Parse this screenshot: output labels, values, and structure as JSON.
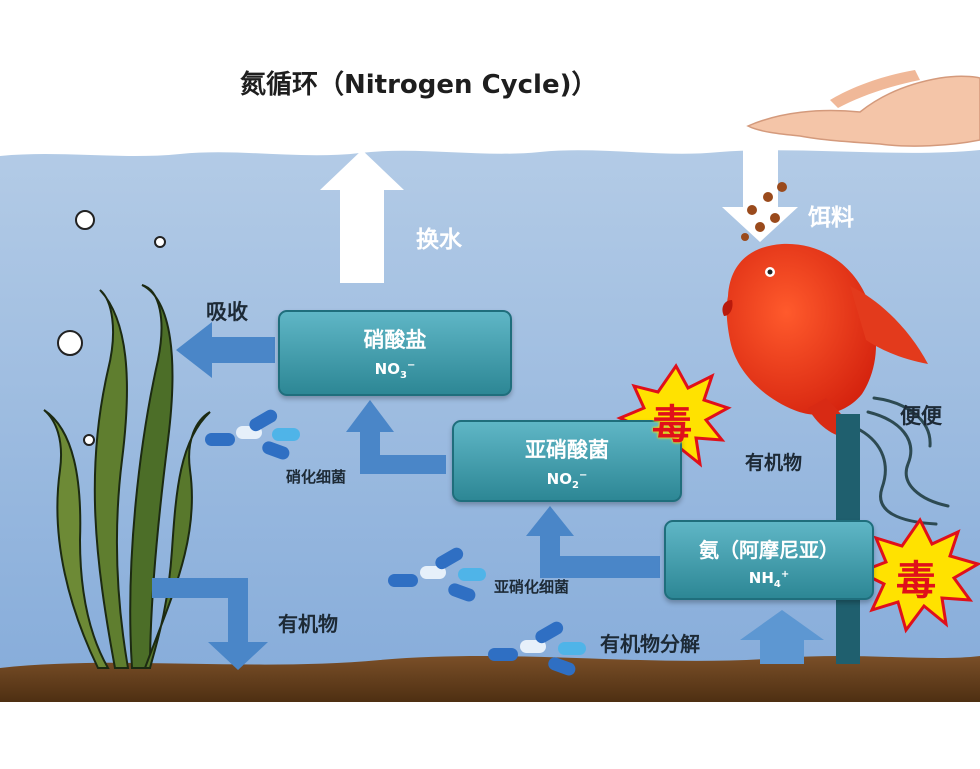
{
  "title": "氮循环（Nitrogen Cycle)）",
  "labels": {
    "water_change": "换水",
    "feed": "饵料",
    "absorb": "吸收",
    "poop": "便便",
    "organic_right": "有机物",
    "organic_left": "有机物",
    "decomposition": "有机物分解",
    "nitrifying_bacteria": "硝化细菌",
    "nitrite_bacteria": "亚硝化细菌"
  },
  "boxes": {
    "nitrate": {
      "name": "硝酸盐",
      "formula_base": "NO",
      "formula_sub": "3",
      "formula_sup": "−"
    },
    "nitrite": {
      "name": "亚硝酸菌",
      "formula_base": "NO",
      "formula_sub": "2",
      "formula_sup": "−"
    },
    "ammonia": {
      "name": "氨（阿摩尼亚）",
      "formula_base": "NH",
      "formula_sub": "4",
      "formula_sup": "+"
    }
  },
  "poison_label": "毒",
  "colors": {
    "water_top": "#a9c3e2",
    "water_bottom": "#8bb0dc",
    "box": "#3c9aa8",
    "arrow": "#4a86c8",
    "fish": "#e8321e",
    "poison_text": "#e0101a",
    "poison_star": "#ffe200",
    "substrate": "#6b4420"
  }
}
